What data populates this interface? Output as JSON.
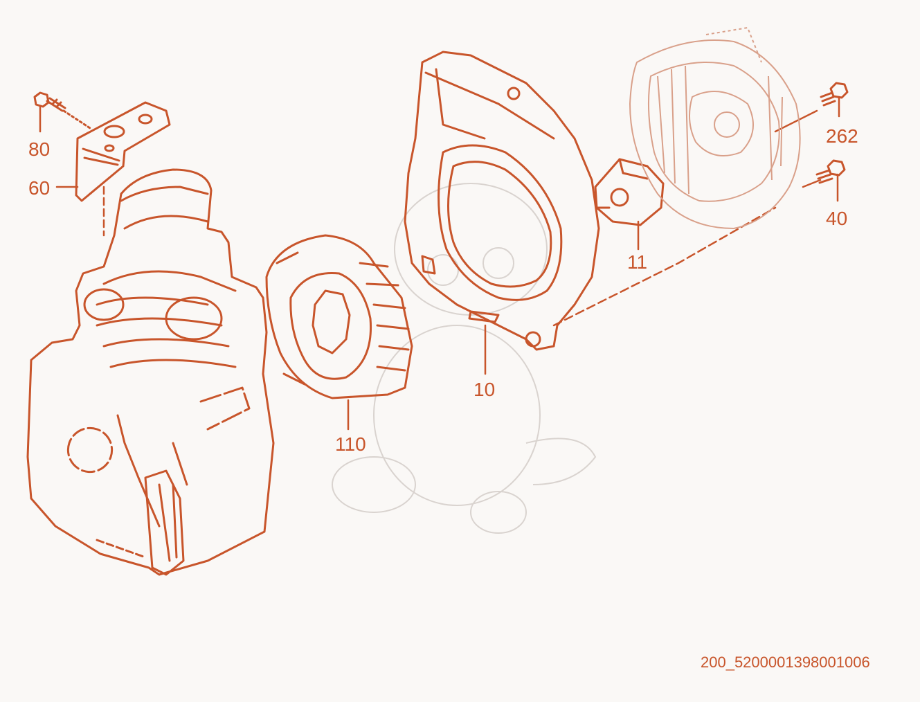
{
  "diagram": {
    "labels": {
      "p80": "80",
      "p60": "60",
      "p110": "110",
      "p10": "10",
      "p11": "11",
      "p262": "262",
      "p40": "40"
    },
    "drawing_code": "200_5200001398001006",
    "colors": {
      "line": "#c8552b",
      "background": "#faf8f6",
      "watermark": "#d9d3cf"
    }
  }
}
